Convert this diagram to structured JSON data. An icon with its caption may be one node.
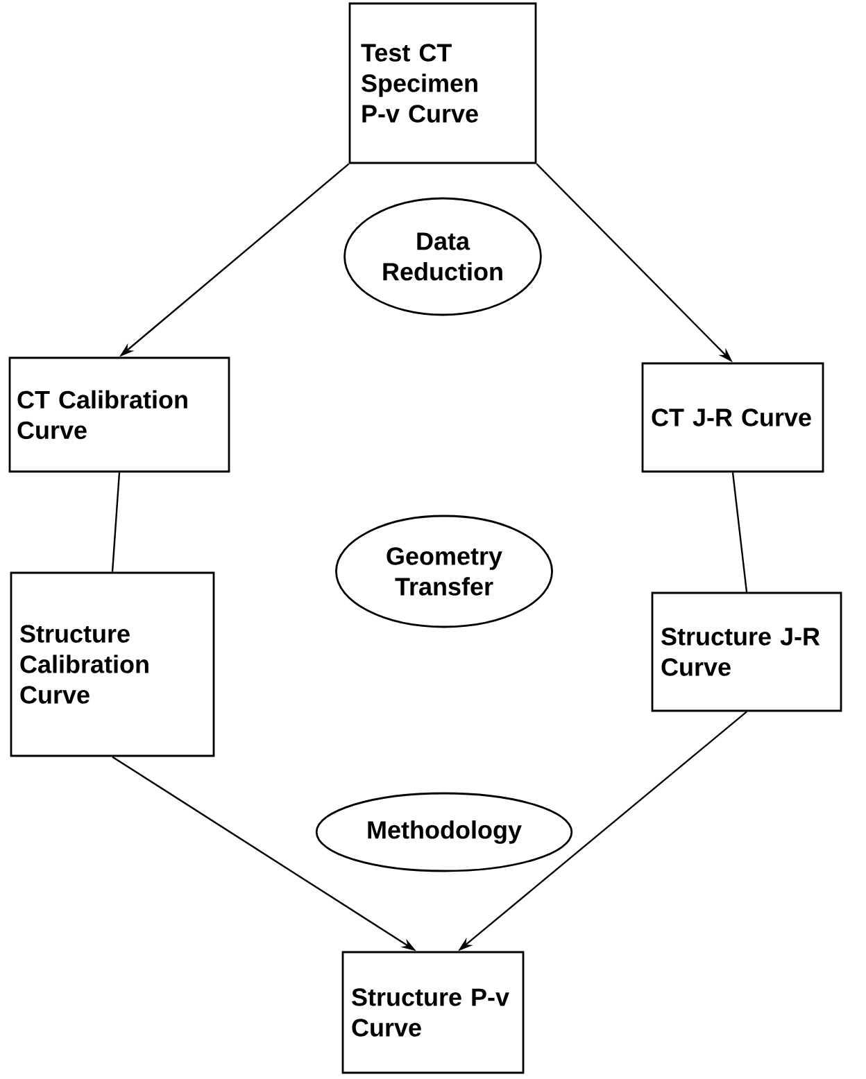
{
  "diagram": {
    "nodes": [
      {
        "text": [
          "Test CT Specimen P-v Curve"
        ]
      },
      {
        "text": [
          "CT Calibration Curve"
        ]
      },
      {
        "text": [
          "CT J-R Curve"
        ]
      },
      {
        "text": [
          "Structure Calibration Curve"
        ]
      },
      {
        "text": [
          "Structure J-R Curve"
        ]
      },
      {
        "text": [
          "Structure P-v Curve"
        ]
      },
      {
        "text": [
          "Data Reduction"
        ]
      },
      {
        "text": [
          "Geometry Transfer"
        ]
      },
      {
        "text": [
          "Methodology"
        ]
      }
    ],
    "edges": [
      {
        "from": 0,
        "to": 1,
        "arrow": "to"
      },
      {
        "from": 0,
        "to": 2,
        "arrow": "to"
      },
      {
        "from": 1,
        "to": 3,
        "arrow": "none"
      },
      {
        "from": 2,
        "to": 4,
        "arrow": "none"
      },
      {
        "from": 3,
        "to": 5,
        "arrow": "to"
      },
      {
        "from": 4,
        "to": 5,
        "arrow": "to"
      }
    ]
  }
}
